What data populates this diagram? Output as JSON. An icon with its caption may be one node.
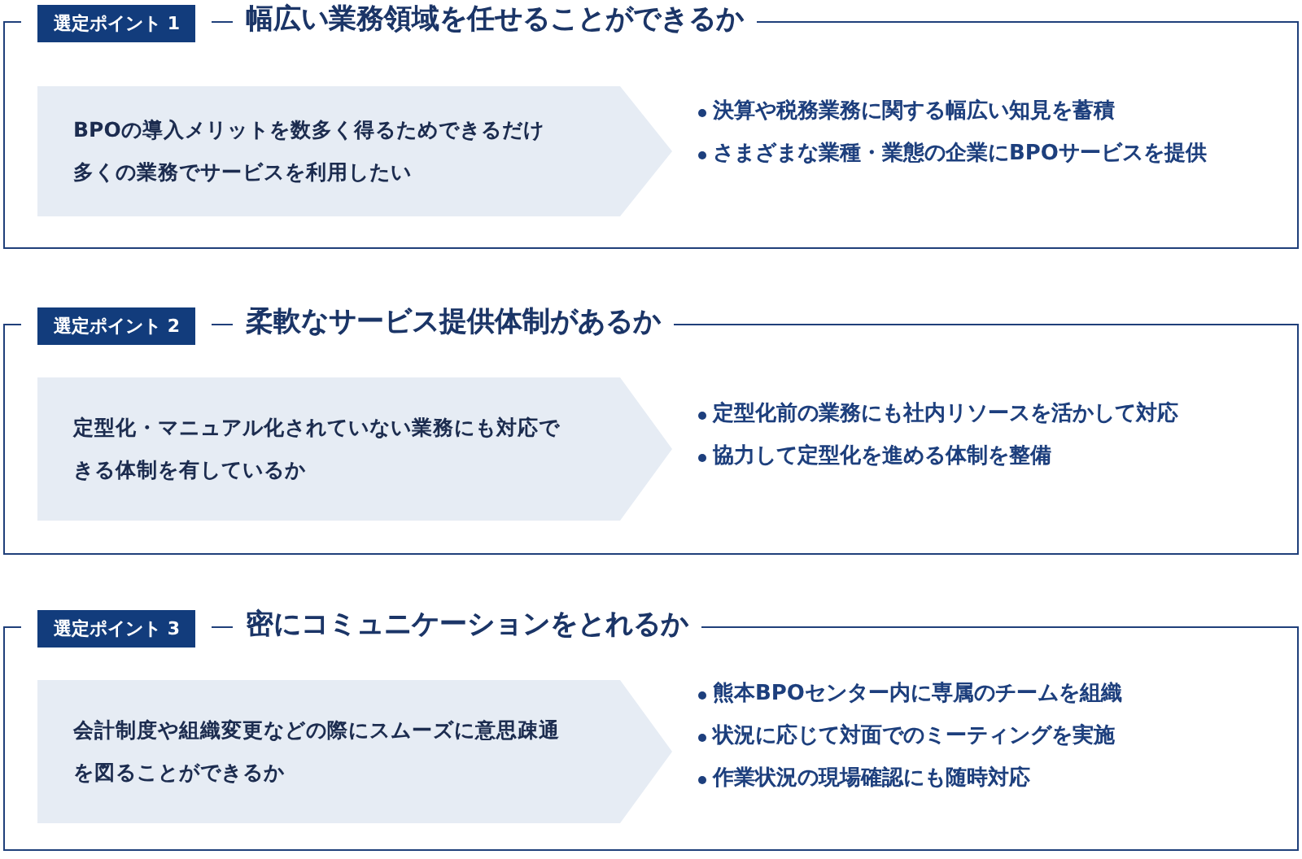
{
  "diagram": {
    "nodes": [
      {
        "text": [
          "幅広い業務領域を任せることができるか",
          "決算や税務業務に関する幅広い知見を蓄積",
          "さまざまな業種・業態の企業にBPOサービスを提供"
        ]
      },
      {
        "text": [
          "選定ポイント 1"
        ],
        "in": 0
      },
      {
        "text": [
          "BPOの導入メリットを数多く得るためできるだけ多くの業務でサービスを利用したい"
        ],
        "in": 0
      },
      {
        "text": [
          "柔軟なサービス提供体制があるか",
          "定型化前の業務にも社内リソースを活かして対応",
          "協力して定型化を進める体制を整備"
        ]
      },
      {
        "text": [
          "選定ポイント 2"
        ],
        "in": 3
      },
      {
        "text": [
          "定型化・マニュアル化されていない業務にも対応できる体制を有しているか"
        ],
        "in": 3
      },
      {
        "text": [
          "密にコミュニケーションをとれるか",
          "熊本BPOセンター内に専属のチームを組織",
          "状況に応じて対面でのミーティングを実施",
          "作業状況の現場確認にも随時対応"
        ]
      },
      {
        "text": [
          "選定ポイント 3"
        ],
        "in": 6
      },
      {
        "text": [
          "会計制度や組織変更などの際にスムーズに意思疎通を図ることができるか"
        ],
        "in": 6
      }
    ]
  }
}
